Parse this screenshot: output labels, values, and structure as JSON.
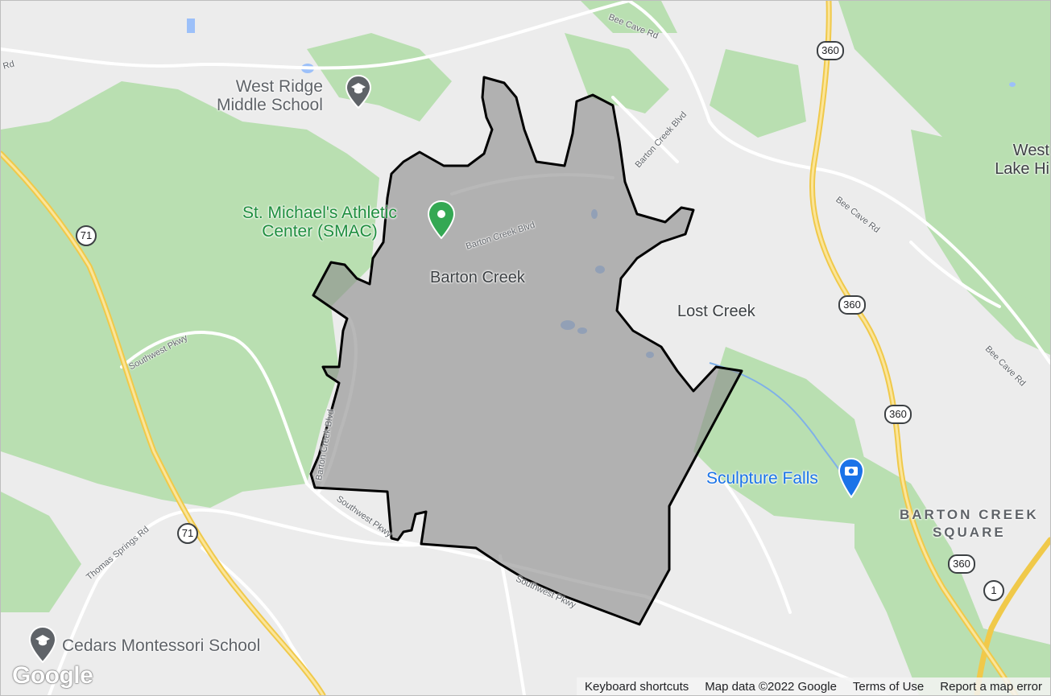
{
  "map": {
    "area_name": "Barton Creek",
    "places": {
      "west_ridge": "West Ridge\nMiddle School",
      "st_michaels": "St. Michael's Athletic\nCenter (SMAC)",
      "lost_creek": "Lost Creek",
      "west_lake": "West\nLake Hi",
      "sculpture_falls": "Sculpture Falls",
      "barton_creek_square": "BARTON CREEK\nSQUARE",
      "cedars": "Cedars Montessori School"
    },
    "roads": {
      "bee_cave_top": "Bee Cave Rd",
      "bee_cave_mid": "Bee Cave Rd",
      "bee_cave_right": "Bee Cave Rd",
      "rd_left": "Rd",
      "barton_creek_blvd_top": "Barton Creek Blvd",
      "barton_creek_blvd_mid": "Barton Creek Blvd",
      "barton_creek_blvd_left": "Barton Creek Blvd",
      "southwest_pkwy_left": "Southwest Pkwy",
      "southwest_pkwy_mid": "Southwest Pkwy",
      "southwest_pkwy_bottom": "Southwest Pkwy",
      "thomas_springs": "Thomas Springs Rd"
    },
    "shields": {
      "s360_a": "360",
      "s360_b": "360",
      "s360_c": "360",
      "s360_d": "360",
      "s71_a": "71",
      "s71_b": "71",
      "s1": "1"
    },
    "logo": "Google",
    "colors": {
      "park": "#b7dfb0",
      "background": "#ececec",
      "highway": "#f6d96d",
      "boundary_fill": "#8c8c8c",
      "boundary_stroke": "#000000",
      "water": "#9cc0f9"
    }
  },
  "footer": {
    "keyboard": "Keyboard shortcuts",
    "map_data": "Map data ©2022 Google",
    "terms": "Terms of Use",
    "report": "Report a map error"
  }
}
